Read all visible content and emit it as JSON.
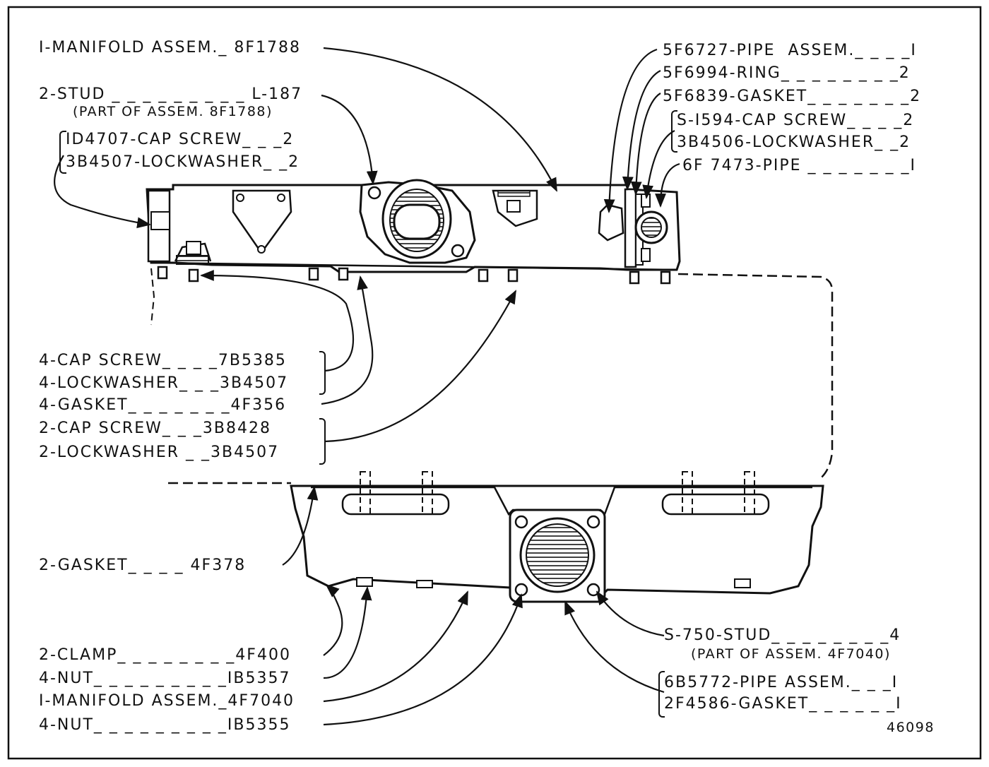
{
  "drawing_number": "46098",
  "upper": {
    "manifold": "I-MANIFOLD ASSEM._ 8F1788",
    "stud": "2-STUD _ _ _ _ _ _ _ _ _ L-187",
    "stud_note": "(PART OF ASSEM. 8F1788)",
    "cap_screw": "ID4707-CAP SCREW_ _ _2",
    "lockwasher": "3B4507-LOCKWASHER_ _2",
    "pipe_assem": "5F6727-PIPE  ASSEM._ _ _ _I",
    "ring": "5F6994-RING_ _ _ _ _ _ _ _2",
    "gasket": "5F6839-GASKET_ _ _ _ _ _ _2",
    "s1594_cap_screw": "S-I594-CAP SCREW_ _ _ _2",
    "lockwasher_3b4506": "3B4506-LOCKWASHER_ _2",
    "pipe_6f7473": "6F 7473-PIPE _ _ _ _ _ _ _I"
  },
  "middle": {
    "cap_screw_7b5385": "4-CAP SCREW_ _ _ _7B5385",
    "lockwasher_3b4507_4": "4-LOCKWASHER_ _ _3B4507",
    "gasket_4f356": "4-GASKET_ _ _ _ _ _ _4F356",
    "cap_screw_3b8428": "2-CAP SCREW_ _ _3B8428",
    "lockwasher_3b4507_2": "2-LOCKWASHER _ _3B4507"
  },
  "lower": {
    "gasket_4f378": "2-GASKET_ _ _ _ 4F378",
    "clamp": "2-CLAMP_ _ _ _ _ _ _ _4F400",
    "nut_1b5357": "4-NUT_ _ _ _ _ _ _ _ _IB5357",
    "manifold_4f7040": "I-MANIFOLD ASSEM._4F7040",
    "nut_1b5355": "4-NUT_ _ _ _ _ _ _ _ _IB5355",
    "stud_s750": "S-750-STUD_ _ _ _ _ _ _ _4",
    "stud_s750_note": "(PART OF ASSEM. 4F7040)",
    "pipe_6b5772": "6B5772-PIPE ASSEM._ _ _I",
    "gasket_2f4586": "2F4586-GASKET_ _ _ _ _ _I"
  }
}
